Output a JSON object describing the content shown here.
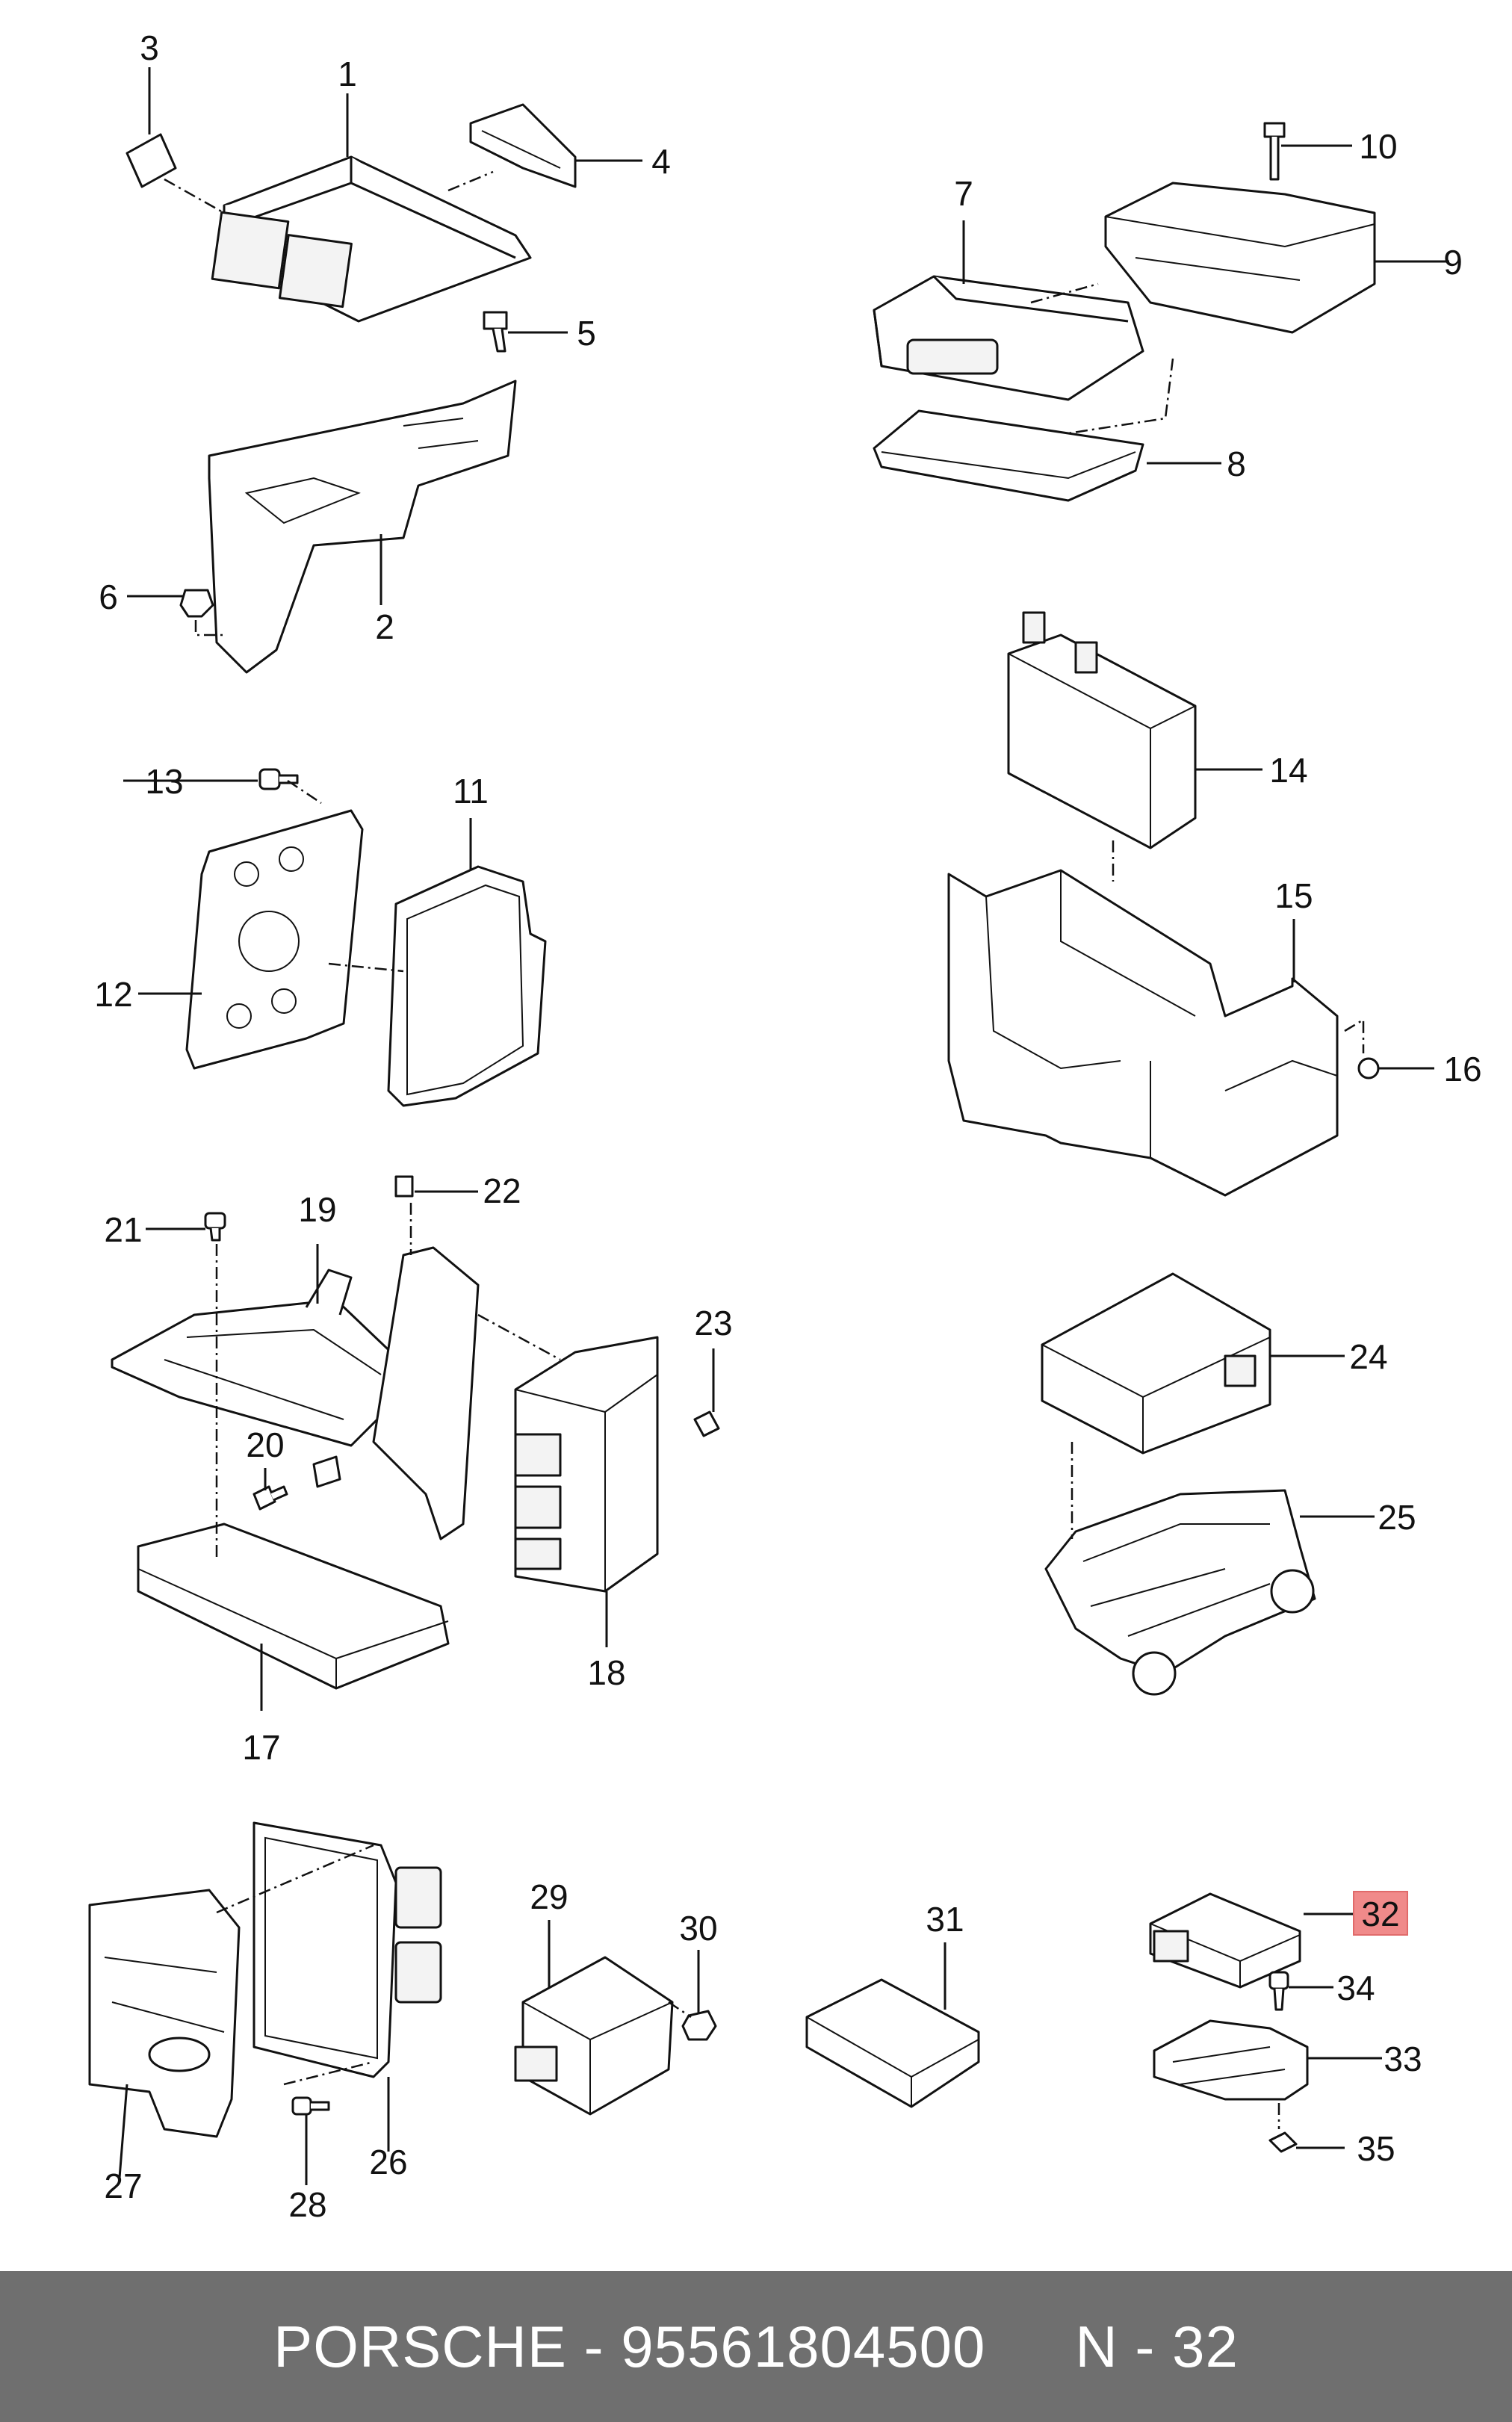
{
  "diagram": {
    "callouts": [
      "1",
      "2",
      "3",
      "4",
      "5",
      "6",
      "7",
      "8",
      "9",
      "10",
      "11",
      "12",
      "13",
      "14",
      "15",
      "16",
      "17",
      "18",
      "19",
      "20",
      "21",
      "22",
      "23",
      "24",
      "25",
      "26",
      "27",
      "28",
      "29",
      "30",
      "31",
      "32",
      "33",
      "34",
      "35"
    ],
    "highlighted_callout": "32",
    "highlight_color": "#f08a8a"
  },
  "footer": {
    "brand": "PORSCHE",
    "separator": "-",
    "part_number": "95561804500",
    "ref": "N - 32"
  }
}
